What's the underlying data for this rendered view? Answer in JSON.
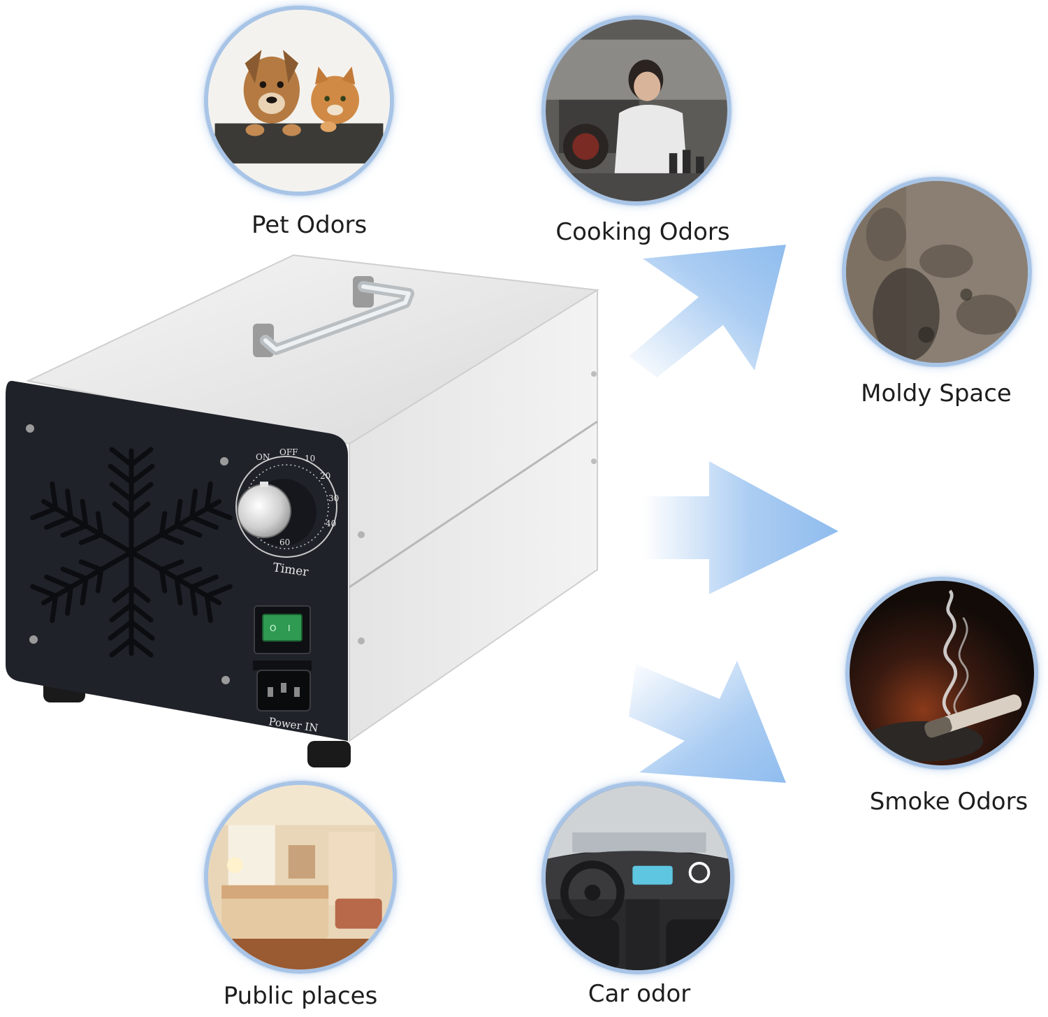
{
  "scenes": {
    "pet": {
      "label": "Pet Odors",
      "icon": "pet-scene-icon"
    },
    "cooking": {
      "label": "Cooking Odors",
      "icon": "cooking-scene-icon"
    },
    "moldy": {
      "label": "Moldy Space",
      "icon": "mold-scene-icon"
    },
    "smoke": {
      "label": "Smoke Odors",
      "icon": "smoke-scene-icon"
    },
    "public": {
      "label": "Public places",
      "icon": "room-scene-icon"
    },
    "car": {
      "label": "Car odor",
      "icon": "car-interior-icon"
    }
  },
  "device": {
    "timer_label": "Timer",
    "power_label": "Power IN",
    "dial_marks": [
      "OFF",
      "10",
      "20",
      "30",
      "40",
      "60",
      "ON"
    ]
  },
  "colors": {
    "arrow": "#8fbcee",
    "circle_border": "#a8c4e6",
    "panel": "#1f2229",
    "switch": "#2e9a52"
  }
}
